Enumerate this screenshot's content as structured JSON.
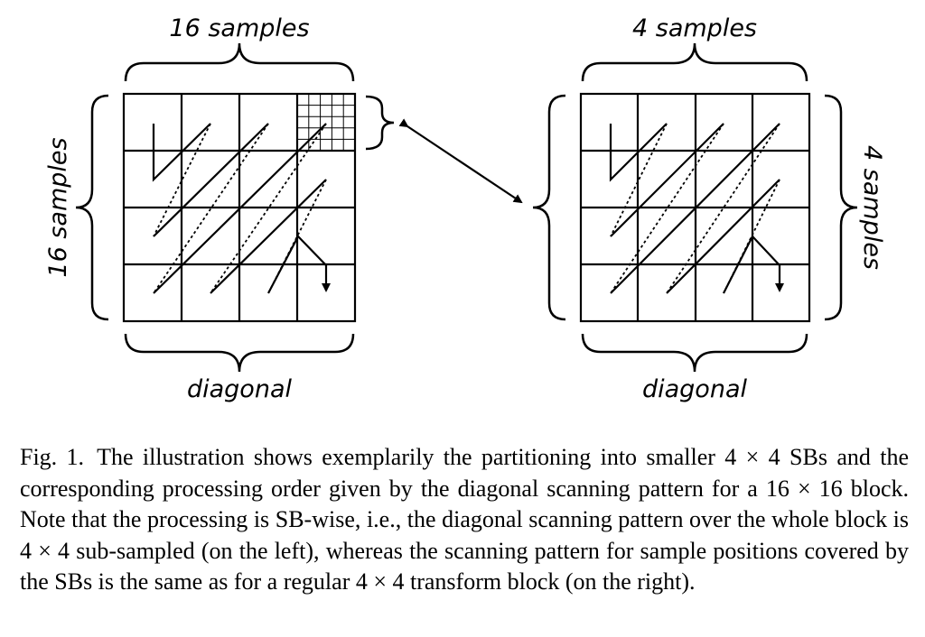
{
  "left_block": {
    "top_label": "16 samples",
    "side_label": "16 samples",
    "bottom_label": "diagonal"
  },
  "right_block": {
    "top_label": "4 samples",
    "side_label": "4 samples",
    "bottom_label": "diagonal"
  },
  "caption": {
    "label": "Fig. 1.",
    "text": "The illustration shows exemplarily the partitioning into smaller 4 × 4 SBs and the corresponding processing order given by the diagonal scanning pattern for a 16 × 16 block. Note that the processing is SB-wise, i.e., the diagonal scanning pattern over the whole block is 4 × 4 sub-sampled (on the left), whereas the scanning pattern for sample positions covered by the SBs is the same as for a regular 4 × 4 transform block (on the right)."
  }
}
